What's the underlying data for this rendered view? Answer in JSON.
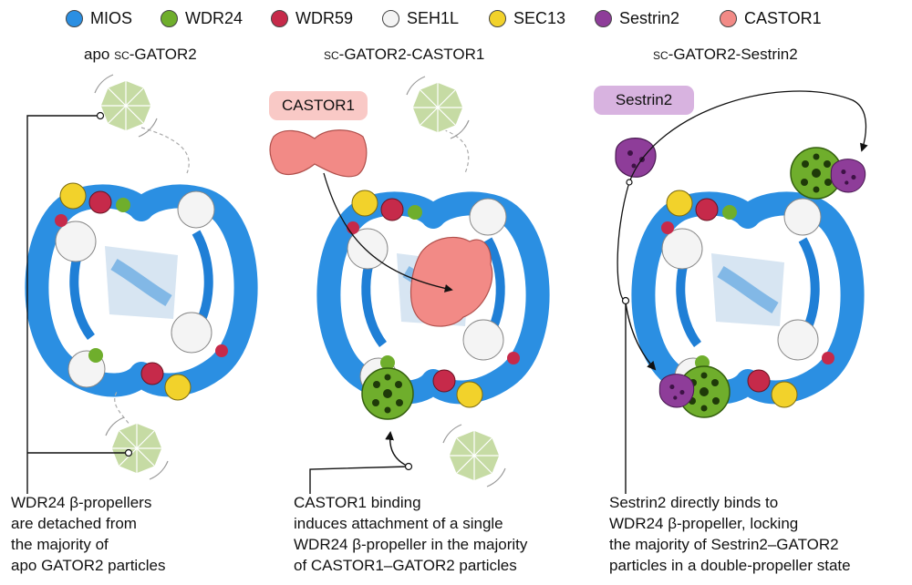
{
  "legend": [
    {
      "label": "MIOS",
      "color": "#2b8fe2"
    },
    {
      "label": "WDR24",
      "color": "#6fae2c"
    },
    {
      "label": "WDR59",
      "color": "#c62a4a"
    },
    {
      "label": "SEH1L",
      "color": "#f4f4f4"
    },
    {
      "label": "SEC13",
      "color": "#f2d22b"
    },
    {
      "label": "Sestrin2",
      "color": "#8e3d99"
    },
    {
      "label": "CASTOR1",
      "color": "#f28a86"
    }
  ],
  "panels": [
    {
      "title_prefix": "apo ",
      "title_sc": "sc",
      "title_suffix": "-GATOR2",
      "caption": [
        "WDR24 β-propellers",
        "are detached from",
        "the majority of",
        "apo GATOR2 particles"
      ]
    },
    {
      "title_prefix": "",
      "title_sc": "sc",
      "title_suffix": "-GATOR2-CASTOR1",
      "tag": "CASTOR1",
      "caption": [
        "CASTOR1 binding",
        "induces attachment of a single",
        "WDR24 β-propeller in the majority",
        "of CASTOR1–GATOR2 particles"
      ]
    },
    {
      "title_prefix": "",
      "title_sc": "sc",
      "title_suffix": "-GATOR2-Sestrin2",
      "tag": "Sestrin2",
      "caption": [
        "Sestrin2 directly binds to",
        "WDR24 β-propeller, locking",
        "the majority of Sestrin2–GATOR2",
        "particles in a double-propeller state"
      ]
    }
  ],
  "colors": {
    "castor_tag_bg": "#f9c9c6",
    "sestrin_tag_bg": "#d8b3e0",
    "detached_propeller": "#c6dba4",
    "text": "#111111"
  }
}
